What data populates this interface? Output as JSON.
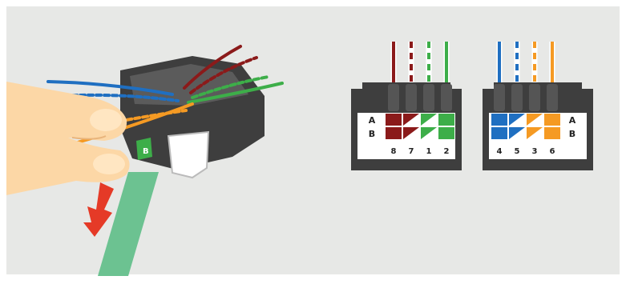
{
  "colors": {
    "background": "#e7e8e6",
    "housing": "#3e3e3e",
    "brown": "#8b1a1a",
    "green": "#3dae49",
    "blue": "#1f6fc1",
    "orange": "#f59a23",
    "cable": "#6cc291",
    "arrow": "#e53a27",
    "skin": "#fcd7a6"
  },
  "block_left": {
    "row_labels": [
      "A",
      "B"
    ],
    "pins": [
      "8",
      "7",
      "1",
      "2"
    ],
    "wires": [
      "brown",
      "brown-white",
      "green-white",
      "green"
    ]
  },
  "block_right": {
    "row_labels": [
      "A",
      "B"
    ],
    "pins": [
      "4",
      "5",
      "3",
      "6"
    ],
    "wires": [
      "blue",
      "blue-white",
      "orange-white",
      "orange"
    ]
  },
  "connector_label": "B"
}
